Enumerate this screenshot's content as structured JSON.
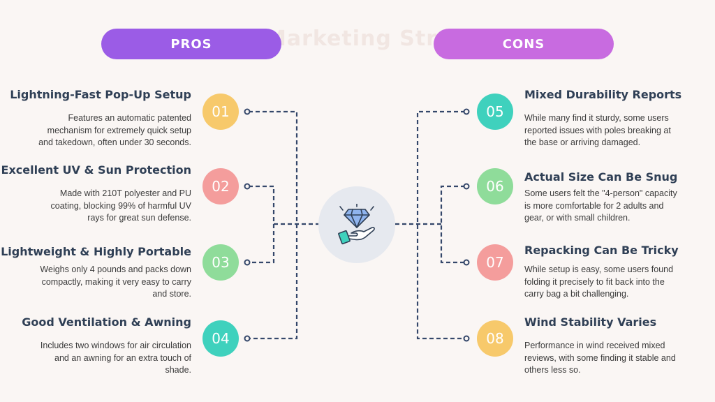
{
  "background_title": "Marketing Strategy",
  "colors": {
    "pros": "#9b5ce6",
    "cons": "#c86be0",
    "line": "#34476a"
  },
  "pros": {
    "label": "PROS",
    "items": [
      {
        "num": "01",
        "color": "#f7c96b",
        "title": "Lightning-Fast Pop-Up Setup",
        "desc": "Features an automatic patented mechanism for extremely quick setup and takedown, often under 30 seconds."
      },
      {
        "num": "02",
        "color": "#f49d9c",
        "title": "Excellent UV & Sun Protection",
        "desc": "Made with 210T polyester and PU coating, blocking 99% of harmful UV rays for great sun defense."
      },
      {
        "num": "03",
        "color": "#8fdc9a",
        "title": "Lightweight & Highly Portable",
        "desc": "Weighs only 4 pounds and packs down compactly, making it very easy to carry and store."
      },
      {
        "num": "04",
        "color": "#3fd1bd",
        "title": "Good Ventilation & Awning",
        "desc": "Includes two windows for air circulation and an awning for an extra touch of shade."
      }
    ]
  },
  "cons": {
    "label": "CONS",
    "items": [
      {
        "num": "05",
        "color": "#3fd1bd",
        "title": "Mixed Durability Reports",
        "desc": "While many find it sturdy, some users reported issues with poles breaking at the base or arriving damaged."
      },
      {
        "num": "06",
        "color": "#8fdc9a",
        "title": "Actual Size Can Be Snug",
        "desc": "Some users felt the \"4-person\" capacity is more comfortable for 2 adults and gear, or with small children."
      },
      {
        "num": "07",
        "color": "#f49d9c",
        "title": "Repacking Can Be Tricky",
        "desc": "While setup is easy, some users found folding it precisely to fit back into the carry bag a bit challenging."
      },
      {
        "num": "08",
        "color": "#f7c96b",
        "title": "Wind Stability Varies",
        "desc": "Performance in wind received mixed reviews, with some finding it stable and others less so."
      }
    ]
  },
  "center_icon": "diamond-hand-icon"
}
